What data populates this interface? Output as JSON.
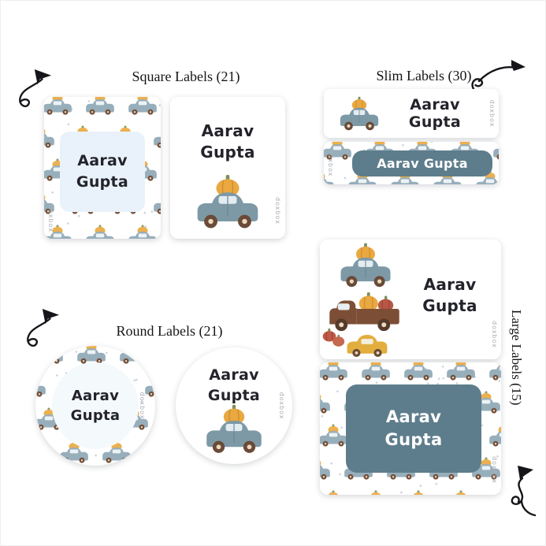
{
  "brand": "doxbox",
  "personalization": {
    "full_name": "Aarav Gupta",
    "first_name": "Aarav",
    "last_name": "Gupta"
  },
  "sections": {
    "square": {
      "title": "Square Labels (21)"
    },
    "slim": {
      "title": "Slim Labels (30)"
    },
    "round": {
      "title": "Round Labels (21)"
    },
    "large": {
      "title": "Large Labels (15)"
    }
  },
  "colors": {
    "label_panel_dark": "#5e7d8c",
    "inner_panel_light": "#e9f2fa",
    "name_text": "#23232b",
    "car_body": "#7d99a6",
    "pumpkin_orange": "#e9a840",
    "pumpkin_red": "#b85745",
    "truck_brown": "#7d4e36",
    "car_yellow": "#e2ae3e",
    "wheel_brown": "#6a4a38"
  }
}
